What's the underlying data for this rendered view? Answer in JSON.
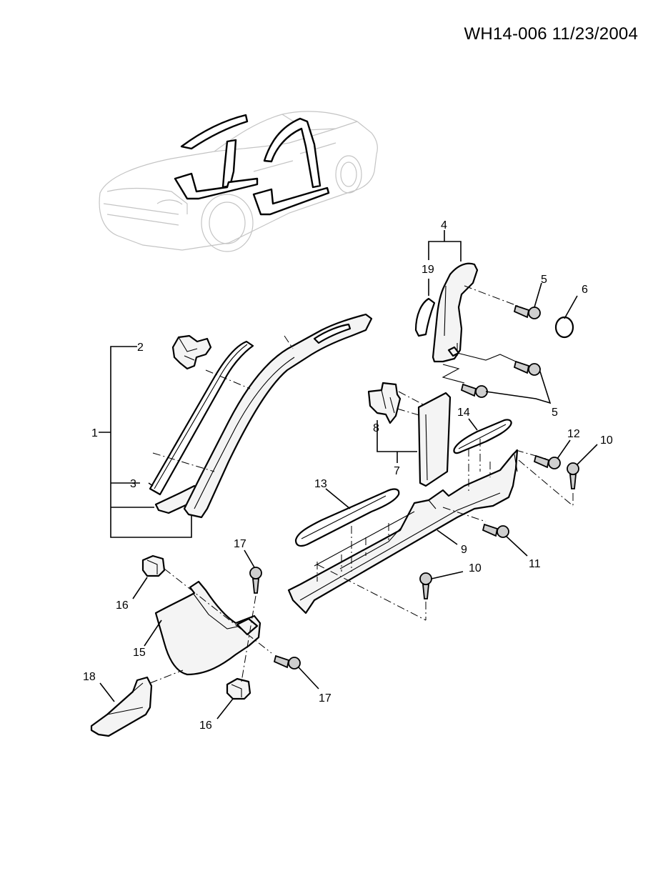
{
  "header": {
    "doc_id": "WH14-006 11/23/2004"
  },
  "callouts": [
    {
      "id": "1",
      "text": "1"
    },
    {
      "id": "2",
      "text": "2"
    },
    {
      "id": "3",
      "text": "3"
    },
    {
      "id": "4",
      "text": "4"
    },
    {
      "id": "5a",
      "text": "5"
    },
    {
      "id": "5b",
      "text": "5"
    },
    {
      "id": "6",
      "text": "6"
    },
    {
      "id": "7",
      "text": "7"
    },
    {
      "id": "8",
      "text": "8"
    },
    {
      "id": "9",
      "text": "9"
    },
    {
      "id": "10a",
      "text": "10"
    },
    {
      "id": "10b",
      "text": "10"
    },
    {
      "id": "11",
      "text": "11"
    },
    {
      "id": "12",
      "text": "12"
    },
    {
      "id": "13",
      "text": "13"
    },
    {
      "id": "14",
      "text": "14"
    },
    {
      "id": "15",
      "text": "15"
    },
    {
      "id": "16a",
      "text": "16"
    },
    {
      "id": "16b",
      "text": "16"
    },
    {
      "id": "17a",
      "text": "17"
    },
    {
      "id": "17b",
      "text": "17"
    },
    {
      "id": "18",
      "text": "18"
    },
    {
      "id": "19",
      "text": "19"
    }
  ]
}
